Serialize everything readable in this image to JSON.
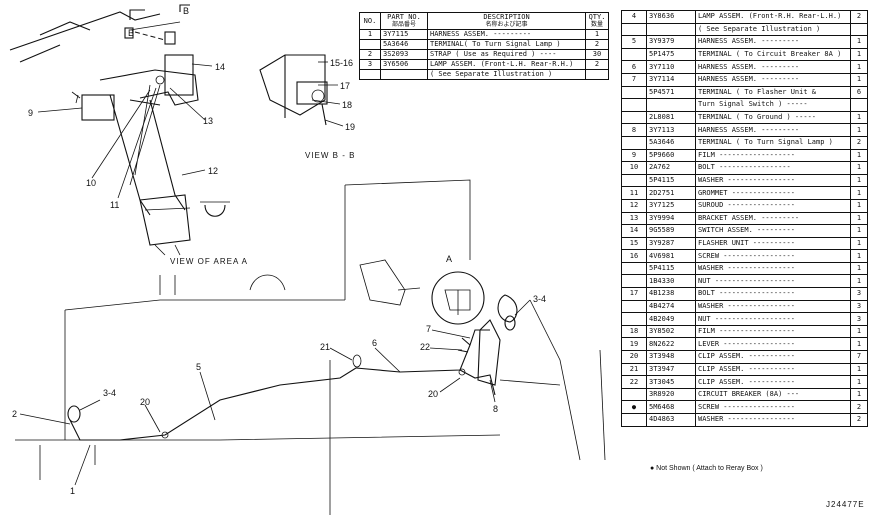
{
  "views": {
    "view_a_caption": "VIEW OF AREA  A",
    "view_b_caption": "VIEW B - B",
    "section_mark": "B",
    "detail_mark": "A"
  },
  "callouts": {
    "c1": "1",
    "c2": "2",
    "c3": "3-4",
    "c4": "3-4",
    "c5": "5",
    "c6": "6",
    "c7": "7",
    "c8": "8",
    "c9": "9",
    "c10": "10",
    "c11": "11",
    "c12": "12",
    "c13": "13",
    "c14": "14",
    "c15": "15-16",
    "c17": "17",
    "c18": "18",
    "c19": "19",
    "c20": "20",
    "c20b": "20",
    "c21": "21",
    "c22": "22"
  },
  "small_table": {
    "headers": {
      "no": "NO.",
      "part_no": "PART NO.",
      "part_no_sub": "部品番号",
      "desc": "DESCRIPTION",
      "desc_sub": "名称および記事",
      "qty": "QTY.",
      "qty_sub": "数量"
    },
    "rows": [
      {
        "no": "1",
        "part_no": "3Y7115",
        "desc": "HARNESS ASSEM. ---------",
        "qty": "1"
      },
      {
        "no": "",
        "part_no": "5A3646",
        "desc": "TERMINAL( To Turn Signal Lamp )",
        "qty": "2"
      },
      {
        "no": "2",
        "part_no": "3S2093",
        "desc": "STRAP ( Use as Required ) ----",
        "qty": "30"
      },
      {
        "no": "3",
        "part_no": "3Y6506",
        "desc": "LAMP ASSEM. (Front-L.H. Rear-R.H.)",
        "qty": "2"
      },
      {
        "no": "",
        "part_no": "",
        "desc": "( See Separate Illustration )",
        "qty": ""
      }
    ]
  },
  "big_table": {
    "rows": [
      {
        "no": "4",
        "part_no": "3Y8636",
        "desc": "LAMP ASSEM. (Front-R.H. Rear-L.H.)",
        "qty": "2"
      },
      {
        "no": "",
        "part_no": "",
        "desc": "( See Separate Illustration )",
        "qty": ""
      },
      {
        "no": "5",
        "part_no": "3Y9379",
        "desc": "HARNESS ASSEM. ---------",
        "qty": "1"
      },
      {
        "no": "",
        "part_no": "5P1475",
        "desc": "TERMINAL ( To Circuit Breaker 8A )",
        "qty": "1"
      },
      {
        "no": "6",
        "part_no": "3Y7110",
        "desc": "HARNESS ASSEM. ---------",
        "qty": "1"
      },
      {
        "no": "7",
        "part_no": "3Y7114",
        "desc": "HARNESS ASSEM. ---------",
        "qty": "1"
      },
      {
        "no": "",
        "part_no": "5P4571",
        "desc": "TERMINAL ( To Flasher Unit &",
        "qty": "6"
      },
      {
        "no": "",
        "part_no": "",
        "desc": "Turn Signal Switch ) -----",
        "qty": ""
      },
      {
        "no": "",
        "part_no": "2L8081",
        "desc": "TERMINAL ( To Ground ) -----",
        "qty": "1"
      },
      {
        "no": "8",
        "part_no": "3Y7113",
        "desc": "HARNESS ASSEM. ---------",
        "qty": "1"
      },
      {
        "no": "",
        "part_no": "5A3646",
        "desc": "TERMINAL ( To Turn Signal Lamp )",
        "qty": "2"
      },
      {
        "no": "9",
        "part_no": "5P9660",
        "desc": "FILM ------------------",
        "qty": "1"
      },
      {
        "no": "10",
        "part_no": "2A762",
        "desc": "BOLT -----------------",
        "qty": "1"
      },
      {
        "no": "",
        "part_no": "5P4115",
        "desc": "WASHER ----------------",
        "qty": "1"
      },
      {
        "no": "11",
        "part_no": "2D2751",
        "desc": "GROMMET ---------------",
        "qty": "1"
      },
      {
        "no": "12",
        "part_no": "3Y7125",
        "desc": "SUROUD ----------------",
        "qty": "1"
      },
      {
        "no": "13",
        "part_no": "3Y9994",
        "desc": "BRACKET ASSEM. ---------",
        "qty": "1"
      },
      {
        "no": "14",
        "part_no": "9G5589",
        "desc": "SWITCH ASSEM. ---------",
        "qty": "1"
      },
      {
        "no": "15",
        "part_no": "3Y9287",
        "desc": "FLASHER UNIT ----------",
        "qty": "1"
      },
      {
        "no": "16",
        "part_no": "4V6981",
        "desc": "SCREW -----------------",
        "qty": "1"
      },
      {
        "no": "",
        "part_no": "5P4115",
        "desc": "WASHER ----------------",
        "qty": "1"
      },
      {
        "no": "",
        "part_no": "1B4330",
        "desc": "NUT -------------------",
        "qty": "1"
      },
      {
        "no": "17",
        "part_no": "4B1238",
        "desc": "BOLT ------------------",
        "qty": "3"
      },
      {
        "no": "",
        "part_no": "4B4274",
        "desc": "WASHER ----------------",
        "qty": "3"
      },
      {
        "no": "",
        "part_no": "4B2049",
        "desc": "NUT -------------------",
        "qty": "3"
      },
      {
        "no": "18",
        "part_no": "3Y8502",
        "desc": "FILM ------------------",
        "qty": "1"
      },
      {
        "no": "19",
        "part_no": "8N2622",
        "desc": "LEVER -----------------",
        "qty": "1"
      },
      {
        "no": "20",
        "part_no": "3T3948",
        "desc": "CLIP ASSEM. -----------",
        "qty": "7"
      },
      {
        "no": "21",
        "part_no": "3T3947",
        "desc": "CLIP ASSEM. -----------",
        "qty": "1"
      },
      {
        "no": "22",
        "part_no": "3T3045",
        "desc": "CLIP ASSEM. -----------",
        "qty": "1"
      },
      {
        "no": "",
        "part_no": "3R8920",
        "desc": "CIRCUIT BREAKER (8A) ---",
        "qty": "1"
      },
      {
        "no": "●",
        "part_no": "5M6468",
        "desc": "SCREW -----------------",
        "qty": "2"
      },
      {
        "no": "",
        "part_no": "4D4863",
        "desc": "WASHER ----------------",
        "qty": "2"
      }
    ]
  },
  "footnote": "● Not Shown ( Attach to Reray Box )",
  "drawing_number": "J24477E"
}
